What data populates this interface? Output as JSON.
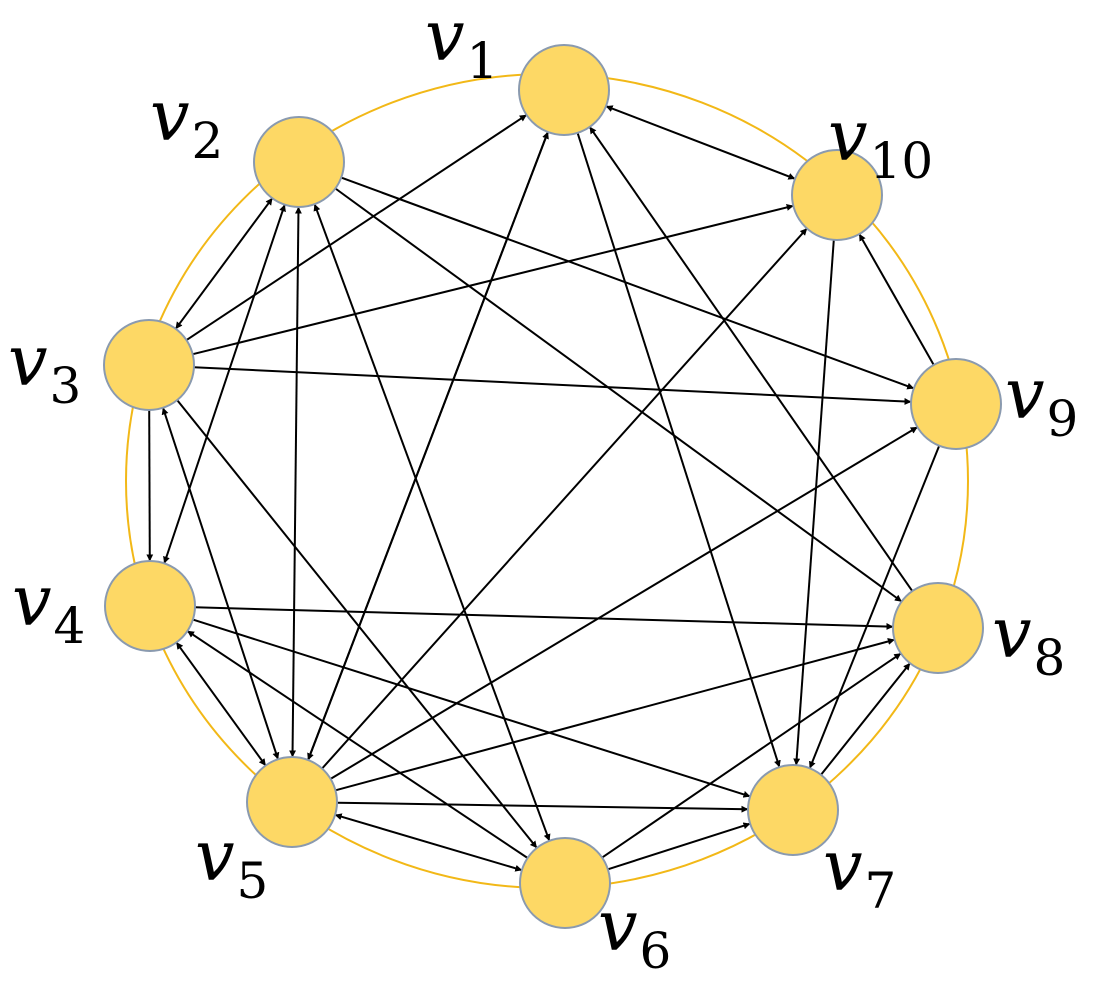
{
  "colors": {
    "node_fill": "#FDD865",
    "node_stroke": "#8A9AAF",
    "ring": "#F2B817",
    "edge": "#000000"
  },
  "nodes": [
    {
      "id": "v1",
      "letter": "v",
      "sub": "1"
    },
    {
      "id": "v2",
      "letter": "v",
      "sub": "2"
    },
    {
      "id": "v3",
      "letter": "v",
      "sub": "3"
    },
    {
      "id": "v4",
      "letter": "v",
      "sub": "4"
    },
    {
      "id": "v5",
      "letter": "v",
      "sub": "5"
    },
    {
      "id": "v6",
      "letter": "v",
      "sub": "6"
    },
    {
      "id": "v7",
      "letter": "v",
      "sub": "7"
    },
    {
      "id": "v8",
      "letter": "v",
      "sub": "8"
    },
    {
      "id": "v9",
      "letter": "v",
      "sub": "9"
    },
    {
      "id": "v10",
      "letter": "v",
      "sub": "10"
    }
  ],
  "edges": [
    {
      "from": "v1",
      "to": "v10",
      "both": true
    },
    {
      "from": "v1",
      "to": "v7"
    },
    {
      "from": "v1",
      "to": "v5"
    },
    {
      "from": "v2",
      "to": "v3",
      "both": true
    },
    {
      "from": "v2",
      "to": "v4",
      "both": true
    },
    {
      "from": "v2",
      "to": "v5",
      "both": true
    },
    {
      "from": "v2",
      "to": "v6",
      "both": true
    },
    {
      "from": "v2",
      "to": "v9"
    },
    {
      "from": "v2",
      "to": "v8"
    },
    {
      "from": "v3",
      "to": "v1"
    },
    {
      "from": "v3",
      "to": "v10"
    },
    {
      "from": "v3",
      "to": "v9"
    },
    {
      "from": "v3",
      "to": "v4"
    },
    {
      "from": "v3",
      "to": "v5",
      "both": true
    },
    {
      "from": "v3",
      "to": "v6"
    },
    {
      "from": "v4",
      "to": "v8"
    },
    {
      "from": "v4",
      "to": "v7"
    },
    {
      "from": "v4",
      "to": "v5",
      "both": true
    },
    {
      "from": "v5",
      "to": "v1"
    },
    {
      "from": "v5",
      "to": "v10"
    },
    {
      "from": "v5",
      "to": "v9"
    },
    {
      "from": "v5",
      "to": "v8"
    },
    {
      "from": "v5",
      "to": "v7"
    },
    {
      "from": "v5",
      "to": "v6",
      "both": true
    },
    {
      "from": "v6",
      "to": "v4"
    },
    {
      "from": "v6",
      "to": "v8"
    },
    {
      "from": "v6",
      "to": "v7"
    },
    {
      "from": "v7",
      "to": "v8"
    },
    {
      "from": "v8",
      "to": "v1"
    },
    {
      "from": "v9",
      "to": "v10"
    },
    {
      "from": "v9",
      "to": "v7"
    },
    {
      "from": "v10",
      "to": "v7"
    }
  ]
}
